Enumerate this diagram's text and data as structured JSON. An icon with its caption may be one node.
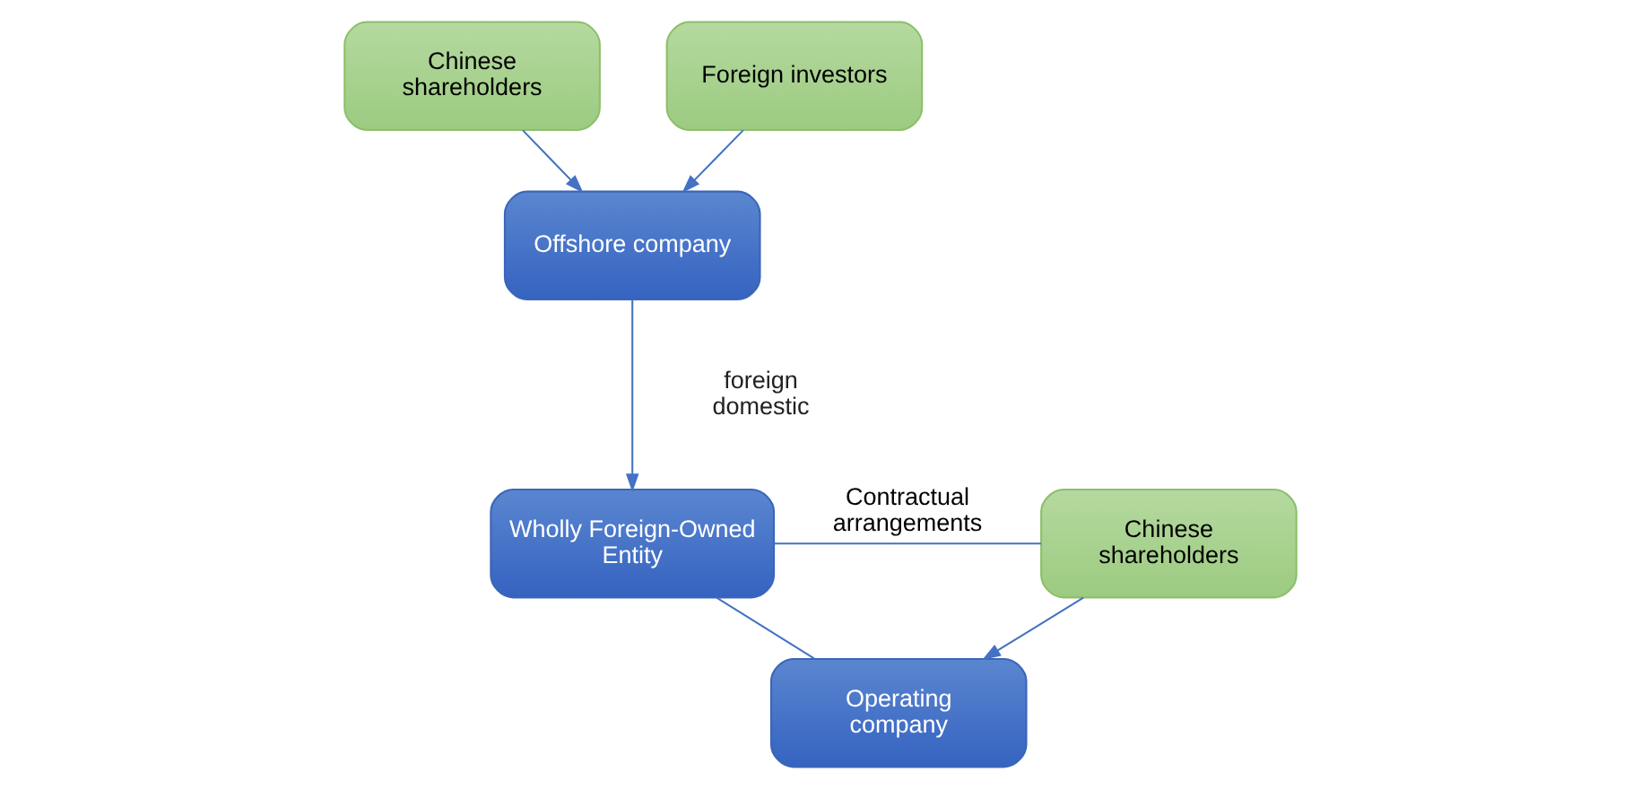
{
  "diagram": {
    "nodes": [
      {
        "text": [
          "Chinese shareholders"
        ]
      },
      {
        "text": [
          "Foreign investors"
        ]
      },
      {
        "text": [
          "Offshore company"
        ]
      },
      {
        "text": [
          "Wholly Foreign-Owned Entity"
        ]
      },
      {
        "text": [
          "Chinese shareholders"
        ]
      },
      {
        "text": [
          "Operating company"
        ]
      }
    ],
    "edges": [
      {
        "from": 0,
        "to": 2,
        "arrow": "to"
      },
      {
        "from": 1,
        "to": 2,
        "arrow": "to"
      },
      {
        "from": 2,
        "to": 3,
        "arrow": "to"
      },
      {
        "from": 3,
        "to": 4,
        "arrow": "none",
        "label": "Contractual arrangements"
      },
      {
        "from": 3,
        "to": 5,
        "arrow": "none"
      },
      {
        "from": 4,
        "to": 5,
        "arrow": "to"
      }
    ],
    "labels": [
      "foreign",
      "domestic"
    ]
  }
}
